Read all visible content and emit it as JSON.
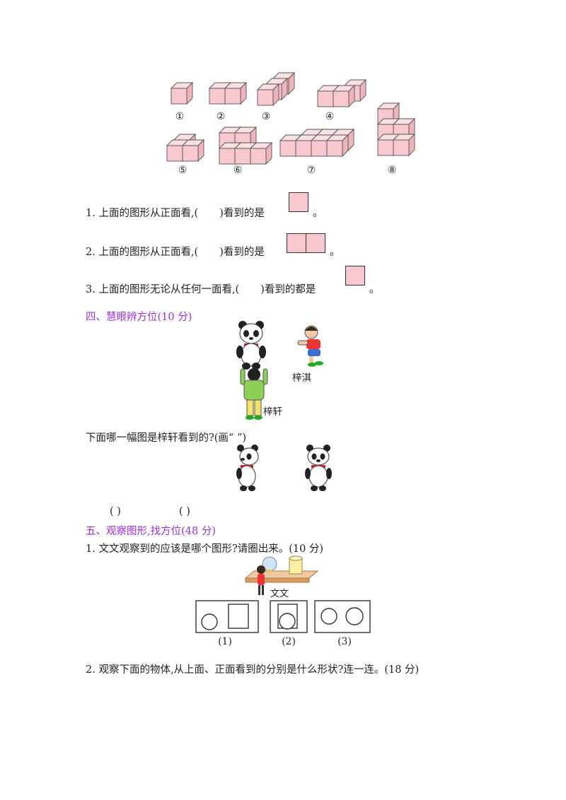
{
  "cube_figures": {
    "labels": [
      "①",
      "②",
      "③",
      "④",
      "⑤",
      "⑥",
      "⑦",
      "⑧"
    ]
  },
  "questions_part3": [
    {
      "text_before": "1. 上面的图形从正面看,(",
      "blank": "      ",
      "text_after": ")看到的是",
      "end": "。"
    },
    {
      "text_before": "2. 上面的图形从正面看,(",
      "blank": "      ",
      "text_after": ")看到的是",
      "end": "。"
    },
    {
      "text_before": "3. 上面的图形无论从任何一面看,(",
      "blank": "      ",
      "text_after": ")看到的都是",
      "end": "。"
    }
  ],
  "section4": {
    "title": "四、慧眼辨方位(10 分)",
    "name_ziqi": "梓淇",
    "name_zixuan": "梓轩",
    "question": "下面哪一幅图是梓轩看到的?(画“    ”)",
    "answer_paren_left": "(      )",
    "answer_paren_right": "(      )"
  },
  "section5": {
    "title": "五、观察图形,找方位(48 分)",
    "q1": "1. 文文观察到的应该是哪个图形?请圈出来。(10 分)",
    "name_wenwen": "文文",
    "option_labels": [
      "(1)",
      "(2)",
      "(3)"
    ],
    "q2": "2. 观察下面的物体,从上面、正面看到的分别是什么形状?连一连。(18 分)"
  },
  "colors": {
    "pink": "#f7c9cf",
    "purple": "#9b30d0"
  }
}
